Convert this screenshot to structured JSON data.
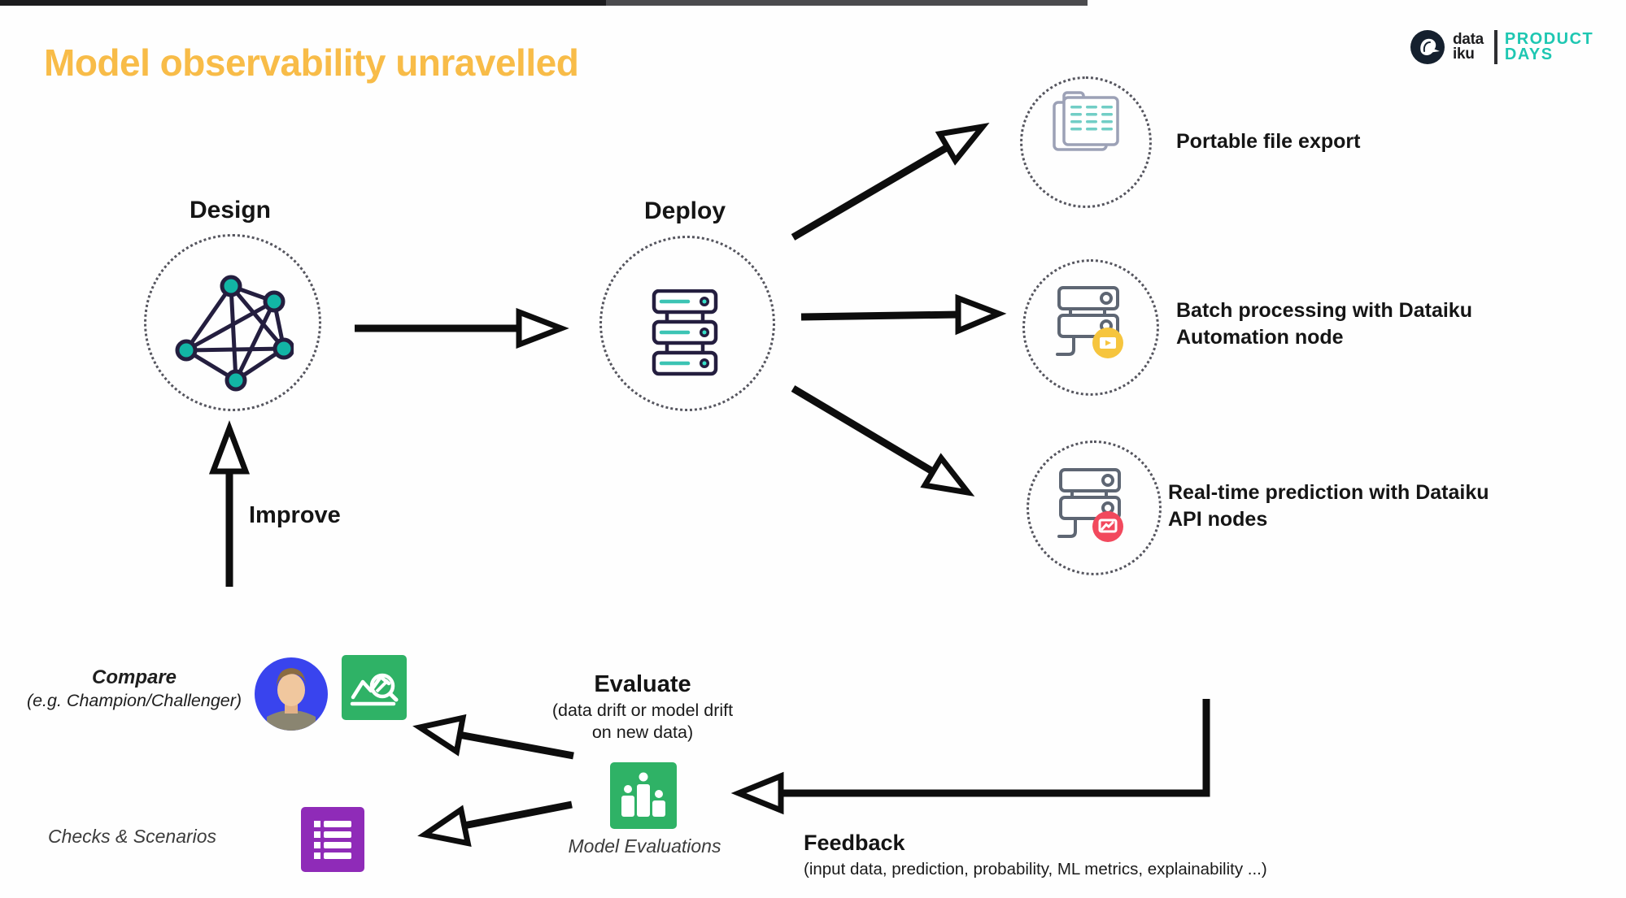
{
  "title": "Model observability unravelled",
  "logo": {
    "brand_line1": "data",
    "brand_line2": "iku",
    "event_line1": "PRODUCT",
    "event_line2": "DAYS"
  },
  "stages": {
    "design": "Design",
    "deploy": "Deploy",
    "improve": "Improve"
  },
  "outputs": [
    {
      "label": "Portable file export"
    },
    {
      "label": "Batch processing with Dataiku\nAutomation node"
    },
    {
      "label": "Real-time prediction with Dataiku\nAPI nodes"
    }
  ],
  "evaluate": {
    "title": "Evaluate",
    "subtitle": "(data drift or model drift\non new data)",
    "icon_caption": "Model Evaluations"
  },
  "compare": {
    "title": "Compare",
    "subtitle": "(e.g. Champion/Challenger)"
  },
  "checks": {
    "label": "Checks & Scenarios"
  },
  "feedback": {
    "title": "Feedback",
    "subtitle": "(input data, prediction, probability, ML metrics, explainability ...)"
  },
  "colors": {
    "title_accent": "#F8BC48",
    "teal": "#1EC7B2",
    "green_tile": "#2FB266",
    "purple_tile": "#8F2BB8",
    "yellow_badge": "#F6C53E",
    "red_badge": "#F2495D"
  }
}
